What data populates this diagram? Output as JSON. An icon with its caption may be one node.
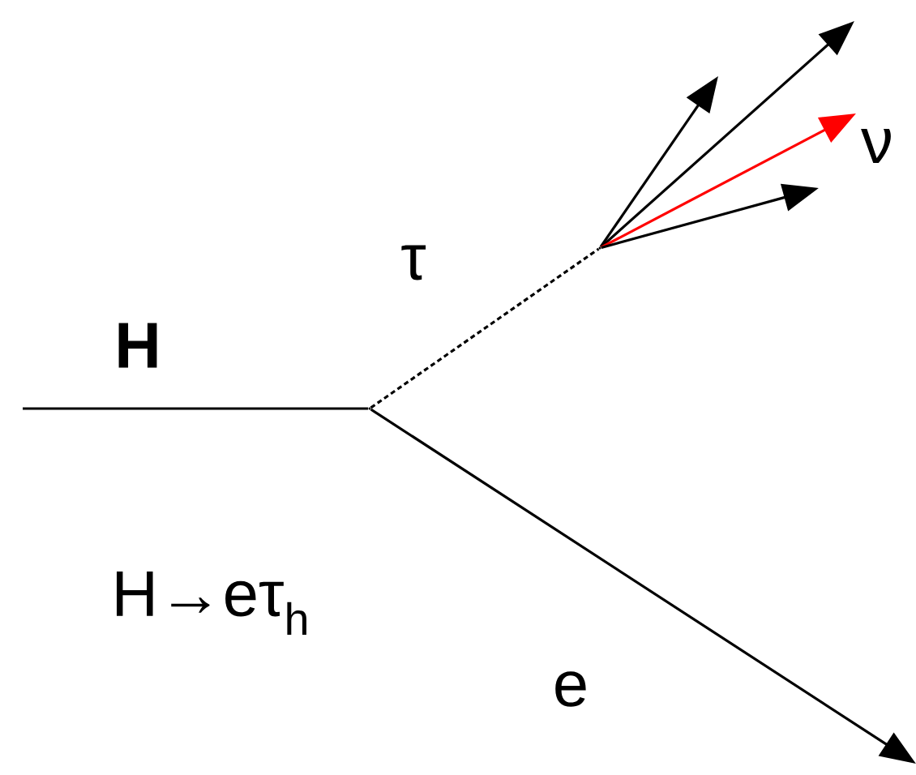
{
  "diagram": {
    "nodes": [
      {
        "text": [],
        "shape": "point"
      },
      {
        "text": [],
        "shape": "point"
      }
    ],
    "edges": [
      {
        "from": null,
        "to": 0,
        "arrow": "none",
        "label": "H"
      },
      {
        "from": 0,
        "to": 1,
        "arrow": "none",
        "style": "dashed",
        "label": "τ"
      },
      {
        "from": 0,
        "to": null,
        "arrow": "to",
        "label": "e"
      },
      {
        "from": 1,
        "to": null,
        "arrow": "to"
      },
      {
        "from": 1,
        "to": null,
        "arrow": "to"
      },
      {
        "from": 1,
        "to": null,
        "arrow": "to",
        "color": "#ff0000",
        "label": "ν"
      },
      {
        "from": 1,
        "to": null,
        "arrow": "to"
      }
    ],
    "labels": [
      "H→eτ$_{h}$"
    ]
  }
}
